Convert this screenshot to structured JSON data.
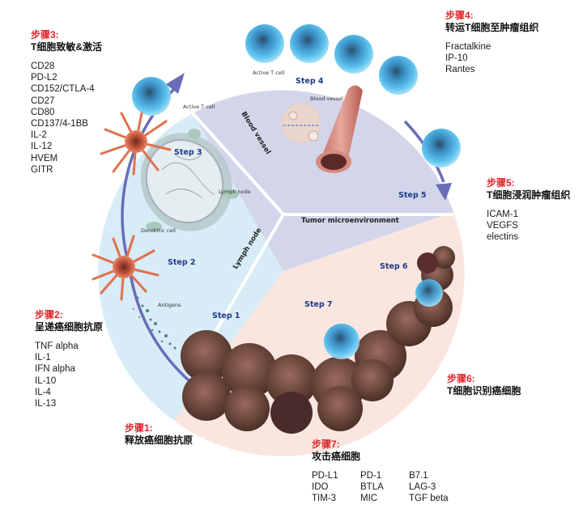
{
  "colors": {
    "step_label": "#e0252b",
    "step_number_text": "#1f3a8a",
    "lymph_region": "#d7ecf6",
    "blood_region": "#d3d6eb",
    "tumor_region": "#fbe6df",
    "arrow": "#6a6cb8"
  },
  "panels": {
    "step1": {
      "label": "步骤1:",
      "title": "释放癌细胞抗原",
      "items": []
    },
    "step2": {
      "label": "步骤2:",
      "title": "呈递癌细胞抗原",
      "items": [
        "TNF alpha",
        "IL-1",
        "IFN alpha",
        "IL-10",
        "IL-4",
        "IL-13"
      ]
    },
    "step3": {
      "label": "步骤3:",
      "title": "T细胞致敏&激活",
      "items": [
        "CD28",
        "PD-L2",
        "CD152/CTLA-4",
        "CD27",
        "CD80",
        "CD137/4-1BB",
        "IL-2",
        "IL-12",
        "HVEM",
        "GITR"
      ]
    },
    "step4": {
      "label": "步骤4:",
      "title": "转运T细胞至肿瘤组织",
      "items": [
        "Fractalkine",
        "IP-10",
        "Rantes"
      ]
    },
    "step5": {
      "label": "步骤5:",
      "title": "T细胞浸润肿瘤组织",
      "items": [
        "ICAM-1",
        "VEGFS",
        "electins"
      ]
    },
    "step6": {
      "label": "步骤6:",
      "title": "T细胞识别癌细胞",
      "items": []
    },
    "step7": {
      "label": "步骤7:",
      "title": "攻击癌细胞",
      "items": [
        "PD-L1",
        "PD-1",
        "B7.1",
        "IDO",
        "BTLA",
        "LAG-3",
        "TIM-3",
        "MIC",
        "TGF beta"
      ]
    }
  },
  "diagram": {
    "steps": [
      "Step 1",
      "Step 2",
      "Step 3",
      "Step 4",
      "Step 5",
      "Step 6",
      "Step 7"
    ],
    "regions": {
      "lymph": "Lymph node",
      "blood": "Blood vessel",
      "tumor": "Tumor microenvironment"
    },
    "annotations": {
      "active_t_cell_1": "Active T cell",
      "active_t_cell_2": "Active T cell",
      "blood_vessel": "Blood vessel",
      "lymph_node": "Lymph node",
      "dendritic_cell": "Dendritic cell",
      "antigens": "Antigens"
    }
  }
}
